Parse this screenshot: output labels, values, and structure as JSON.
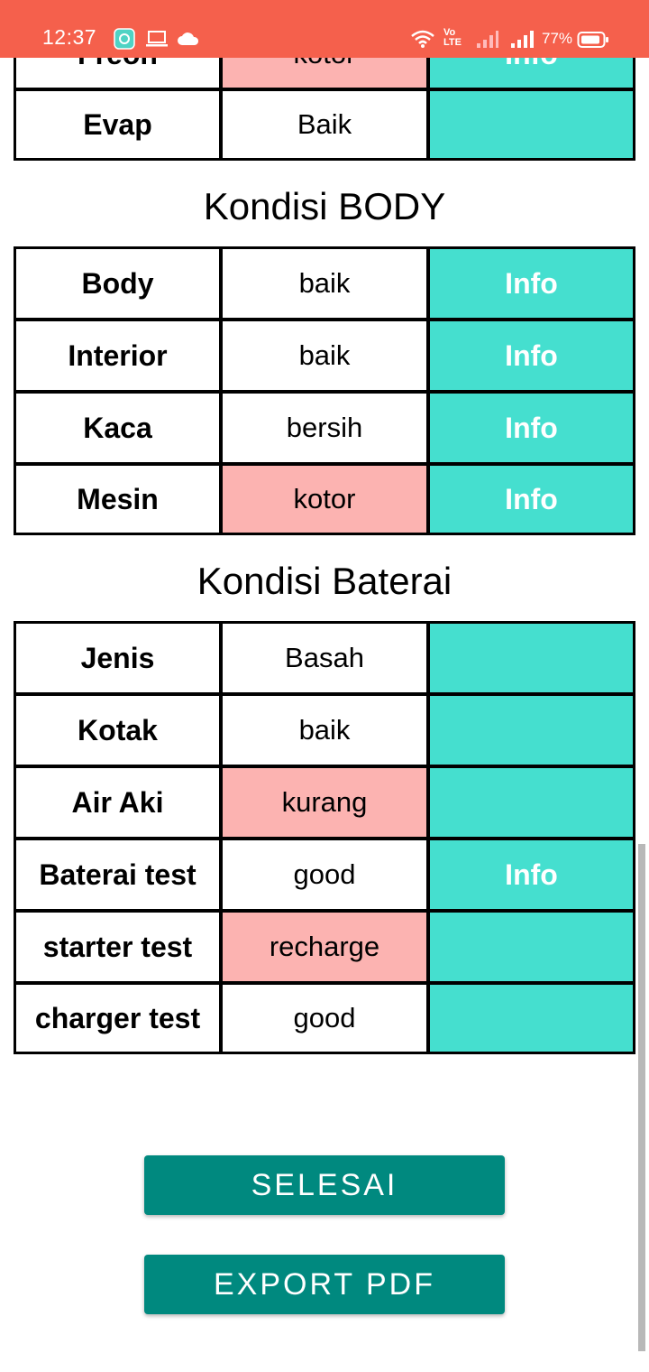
{
  "status_bar": {
    "time": "12:37",
    "battery_percent": "77%",
    "network_label": "LTE",
    "network_mark": "Vo"
  },
  "prev_section": {
    "rows": [
      {
        "name": "Freon",
        "value": "kotor",
        "info": "Info",
        "bad": true
      },
      {
        "name": "Evap",
        "value": "Baik",
        "info": "",
        "bad": false
      }
    ]
  },
  "body_section": {
    "title": "Kondisi BODY",
    "rows": [
      {
        "name": "Body",
        "value": "baik",
        "info": "Info",
        "bad": false
      },
      {
        "name": "Interior",
        "value": "baik",
        "info": "Info",
        "bad": false
      },
      {
        "name": "Kaca",
        "value": "bersih",
        "info": "Info",
        "bad": false
      },
      {
        "name": "Mesin",
        "value": "kotor",
        "info": "Info",
        "bad": true
      }
    ]
  },
  "battery_section": {
    "title": "Kondisi Baterai",
    "rows": [
      {
        "name": "Jenis",
        "value": "Basah",
        "info": "",
        "bad": false
      },
      {
        "name": "Kotak",
        "value": "baik",
        "info": "",
        "bad": false
      },
      {
        "name": "Air Aki",
        "value": "kurang",
        "info": "",
        "bad": true
      },
      {
        "name": "Baterai test",
        "value": "good",
        "info": "Info",
        "bad": false
      },
      {
        "name": "starter test",
        "value": "recharge",
        "info": "",
        "bad": true
      },
      {
        "name": "charger test",
        "value": "good",
        "info": "",
        "bad": false
      }
    ]
  },
  "actions": {
    "finish_label": "SELESAI",
    "export_label": "EXPORT PDF"
  },
  "colors": {
    "status_bar": "#f5604c",
    "info_cell": "#45dfcf",
    "bad_cell": "#fcb3b1",
    "button": "#00897f"
  }
}
